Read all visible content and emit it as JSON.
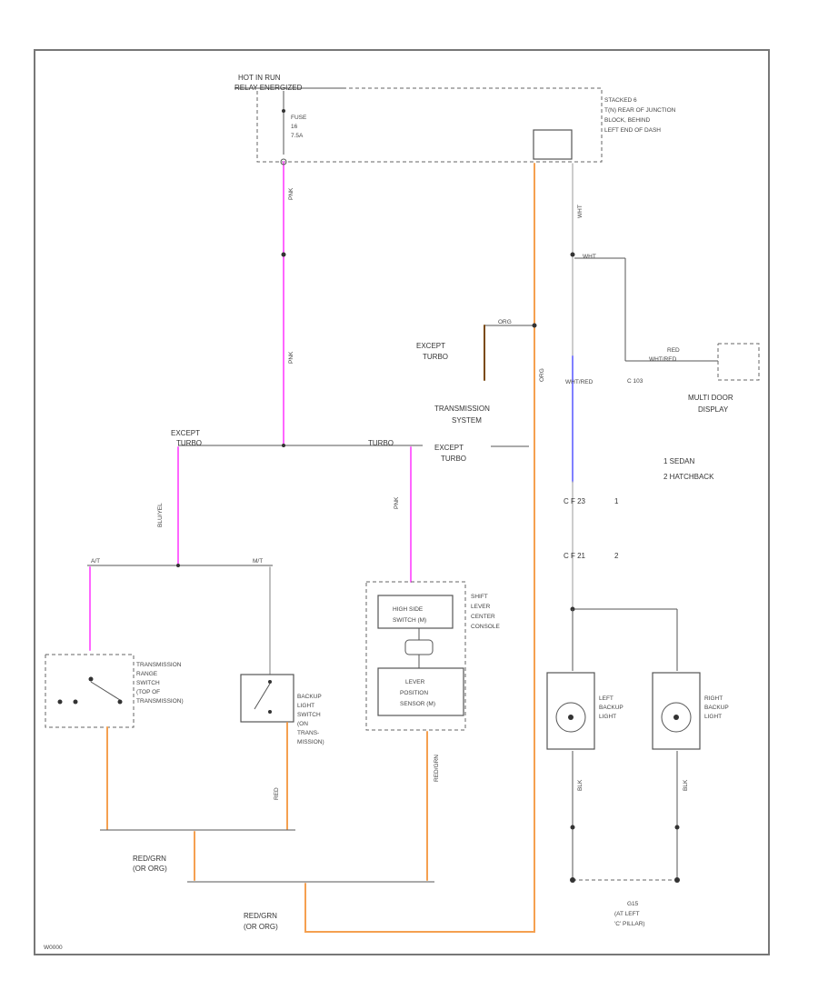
{
  "colors": {
    "pink": "#ff66ff",
    "orange": "#f5a050",
    "blue": "#8080ff",
    "gray": "#bbbbbb",
    "brown": "#7a4a10",
    "frame": "#777777"
  },
  "labels": {
    "hot_in_run": "HOT IN RUN",
    "relay_energized": "RELAY ENERGIZED",
    "fuse": "FUSE",
    "fuse_num": "16",
    "fuse_amp": "7.5A",
    "block_l1": "STACKED 6",
    "block_l2": "T(N) REAR OF JUNCTION",
    "block_l3": "BLOCK, BEHIND",
    "block_l4": "LEFT END OF DASH",
    "except_turbo": "EXCEPT",
    "turbo": "TURBO",
    "transmission_system": "TRANSMISSION",
    "system": "SYSTEM",
    "multi_display_1": "MULTI DOOR",
    "multi_display_2": "DISPLAY",
    "c103": "C 103",
    "red": "RED",
    "wht_red": "WHT/RED",
    "legend_1": "1  SEDAN",
    "legend_2": "2  HATCHBACK",
    "cf23": "C F 23",
    "cf21": "C F 21",
    "one": "1",
    "two": "2",
    "at": "A/T",
    "mt": "M/T",
    "trans_range_1": "TRANSMISSION",
    "trans_range_2": "RANGE",
    "trans_range_3": "SWITCH",
    "trans_range_4": "(TOP OF",
    "trans_range_5": "TRANSMISSION)",
    "backup_sw_1": "BACKUP",
    "backup_sw_2": "LIGHT",
    "backup_sw_3": "SWITCH",
    "backup_sw_4": "(ON",
    "backup_sw_5": "TRANS-",
    "backup_sw_6": "MISSION)",
    "high_side_1": "HIGH SIDE",
    "high_side_2": "SWITCH (M)",
    "lever_pos_1": "LEVER",
    "lever_pos_2": "POSITION",
    "lever_pos_3": "SENSOR (M)",
    "shift_lever_1": "SHIFT",
    "shift_lever_2": "LEVER",
    "shift_lever_3": "CENTER",
    "shift_lever_4": "CONSOLE",
    "left_backup_1": "LEFT",
    "left_backup_2": "BACKUP",
    "left_backup_3": "LIGHT",
    "right_backup_1": "RIGHT",
    "right_backup_2": "BACKUP",
    "right_backup_3": "LIGHT",
    "red_grn_1": "RED/GRN",
    "red_grn_2": "(OR ORG)",
    "ground_1": "G15",
    "ground_2": "(AT LEFT",
    "ground_3": "'C' PILLAR)",
    "wire_pnk": "PNK",
    "wire_blu_yel": "BLU/YEL",
    "wire_org": "ORG",
    "wire_wht": "WHT",
    "wire_blk": "BLK",
    "wire_red": "RED",
    "wire_red_grn": "RED/GRN",
    "fig_id": "W0000"
  }
}
